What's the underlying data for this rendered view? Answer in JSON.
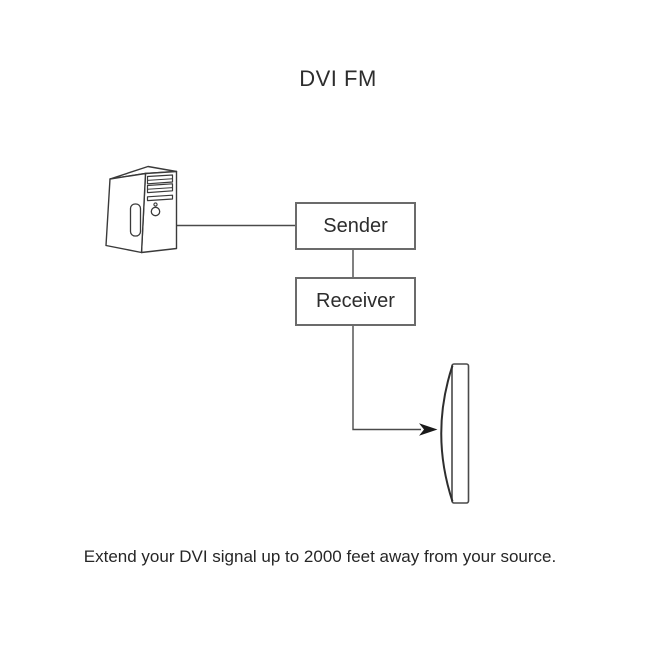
{
  "title": "DVI FM",
  "nodes": {
    "source": {
      "icon": "computer-tower-icon"
    },
    "sender": {
      "label": "Sender"
    },
    "receiver": {
      "label": "Receiver"
    },
    "display": {
      "icon": "projection-screen-icon"
    }
  },
  "edges": [
    {
      "from": "source",
      "to": "sender",
      "style": "line"
    },
    {
      "from": "sender",
      "to": "receiver",
      "style": "line"
    },
    {
      "from": "receiver",
      "to": "display",
      "style": "arrow"
    }
  ],
  "caption": "Extend your DVI signal up to 2000 feet away from your source.",
  "colors": {
    "background": "#ffffff",
    "connector_line": "#4a4a4a",
    "box_border": "#6b6b6b",
    "icon_stroke": "#3a3a3a",
    "text": "#2d2d2d",
    "arrowhead": "#1a1a1a"
  }
}
